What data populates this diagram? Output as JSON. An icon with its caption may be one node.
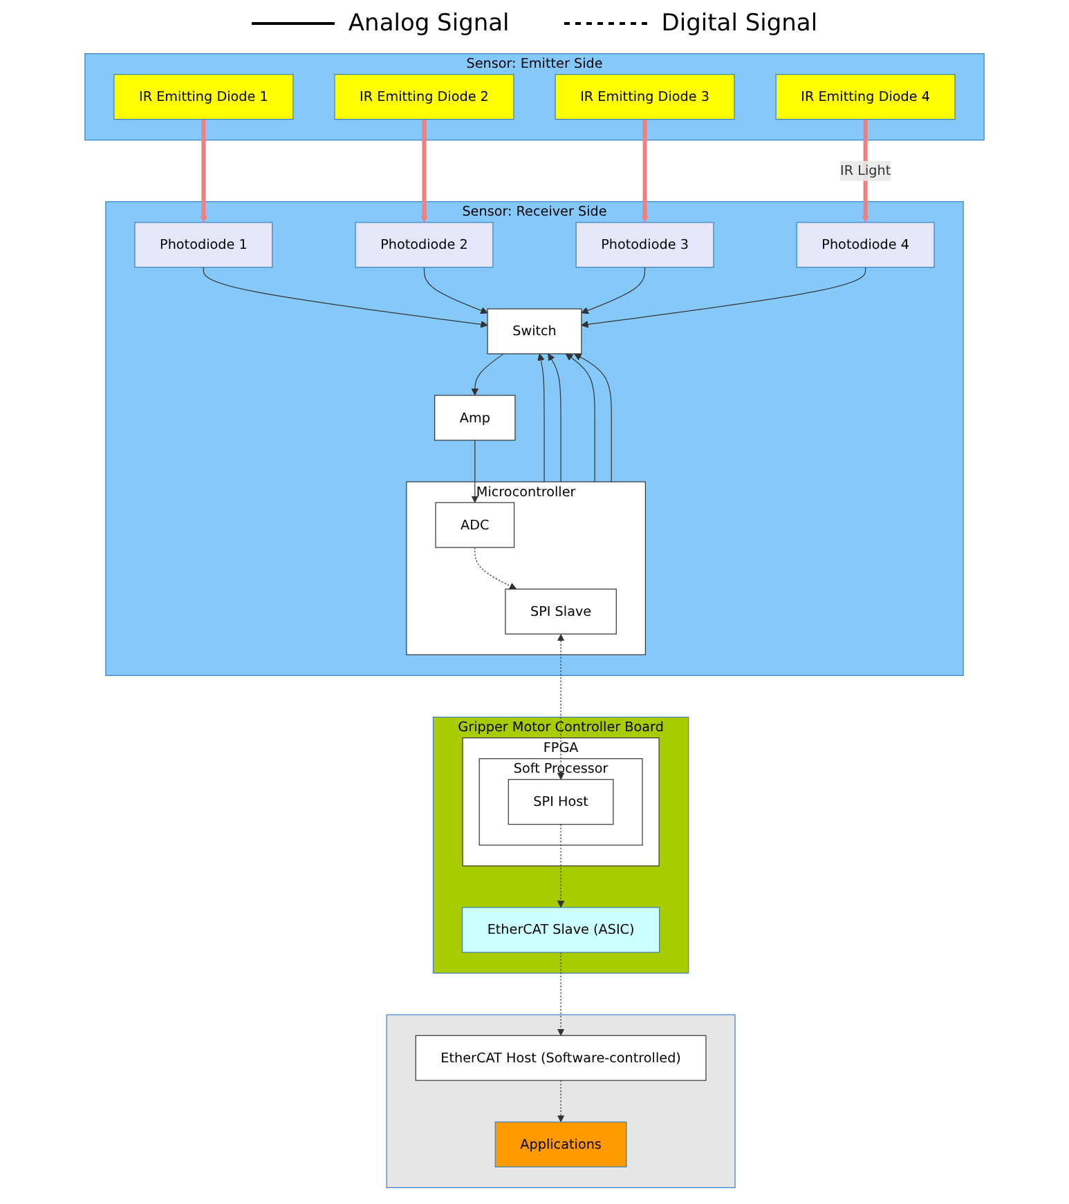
{
  "diagram": {
    "nodes": [
      {
        "text": [
          "Sensor: Emitter Side"
        ]
      },
      {
        "text": [
          "IR Emitting Diode 1"
        ],
        "in": 0
      },
      {
        "text": [
          "IR Emitting Diode 2"
        ],
        "in": 0
      },
      {
        "text": [
          "IR Emitting Diode 3"
        ],
        "in": 0
      },
      {
        "text": [
          "IR Emitting Diode 4"
        ],
        "in": 0
      },
      {
        "text": [
          "Sensor: Receiver Side"
        ]
      },
      {
        "text": [
          "Photodiode 1"
        ],
        "in": 5
      },
      {
        "text": [
          "Photodiode 2"
        ],
        "in": 5
      },
      {
        "text": [
          "Photodiode 3"
        ],
        "in": 5
      },
      {
        "text": [
          "Photodiode 4"
        ],
        "in": 5
      },
      {
        "text": [
          "Microcontroller"
        ],
        "in": 5
      },
      {
        "text": [
          "SPI Slave"
        ],
        "in": 10
      },
      {
        "text": [
          "ADC"
        ],
        "in": 10
      },
      {
        "text": [
          "Amp"
        ],
        "in": 5
      },
      {
        "text": [
          "Switch"
        ],
        "in": 5
      },
      {
        "text": [
          "Gripper Motor Controller Board"
        ]
      },
      {
        "text": [
          "FPGA"
        ],
        "in": 15
      },
      {
        "text": [
          "Soft Processor"
        ],
        "in": 16
      },
      {
        "text": [
          "SPI Host"
        ],
        "in": 17
      },
      {
        "text": [
          "EtherCAT Slave (ASIC)"
        ],
        "in": 15
      },
      {
        "text": [],
        "shape": "box"
      },
      {
        "text": [
          "EtherCAT Host (Software-controlled)"
        ],
        "in": 20
      },
      {
        "text": [
          "Applications"
        ],
        "in": 20
      }
    ],
    "edges": [
      {
        "from": 1,
        "to": 6,
        "arrow": "to",
        "style": "thick",
        "color": "#f08080"
      },
      {
        "from": 2,
        "to": 7,
        "arrow": "to",
        "style": "thick",
        "color": "#f08080"
      },
      {
        "from": 3,
        "to": 8,
        "arrow": "to",
        "style": "thick",
        "color": "#f08080"
      },
      {
        "from": 4,
        "to": 9,
        "arrow": "to",
        "style": "thick",
        "color": "#f08080",
        "label": "IR Light"
      },
      {
        "from": 6,
        "to": 14,
        "arrow": "to"
      },
      {
        "from": 7,
        "to": 14,
        "arrow": "to"
      },
      {
        "from": 8,
        "to": 14,
        "arrow": "to"
      },
      {
        "from": 9,
        "to": 14,
        "arrow": "to"
      },
      {
        "from": 10,
        "to": 14,
        "arrow": "to"
      },
      {
        "from": 10,
        "to": 14,
        "arrow": "to"
      },
      {
        "from": 10,
        "to": 14,
        "arrow": "to"
      },
      {
        "from": 10,
        "to": 14,
        "arrow": "to"
      },
      {
        "from": 14,
        "to": 13,
        "arrow": "to"
      },
      {
        "from": 13,
        "to": 12,
        "arrow": "to"
      },
      {
        "from": 12,
        "to": 11,
        "arrow": "to",
        "style": "dashed"
      },
      {
        "from": 11,
        "to": 18,
        "arrow": "both",
        "style": "dashed"
      },
      {
        "from": 18,
        "to": 19,
        "arrow": "to",
        "style": "dashed"
      },
      {
        "from": 19,
        "to": 21,
        "arrow": "to",
        "style": "dashed"
      },
      {
        "from": 21,
        "to": 22,
        "arrow": "to",
        "style": "dashed"
      }
    ],
    "legend": [
      {
        "text": "Analog Signal"
      },
      {
        "text": "Digital Signal"
      }
    ]
  }
}
